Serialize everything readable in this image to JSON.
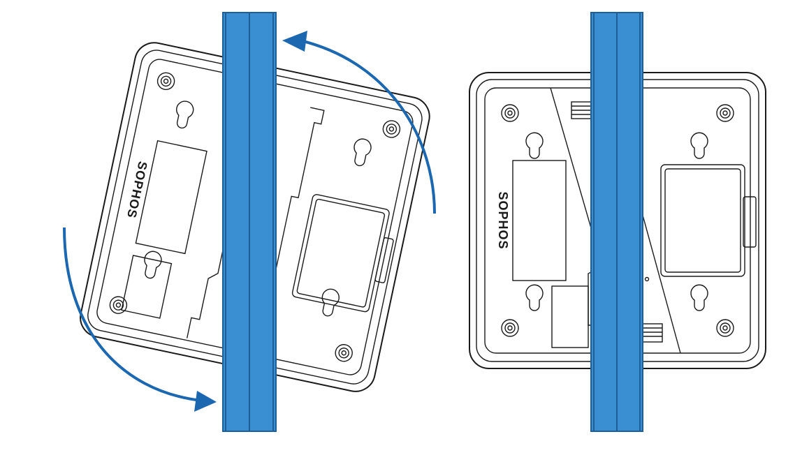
{
  "figure": {
    "brand_label": "SOPHOS",
    "colors": {
      "rail": "#3a8fd3",
      "rail_edge": "#1d5f96",
      "arrow": "#1b67b0",
      "outline": "#1a1a1a"
    },
    "icons": [
      "rotate-counterclockwise-arrow",
      "rotate-clockwise-arrow",
      "din-rail",
      "keyhole-slot",
      "screw-hole"
    ]
  }
}
